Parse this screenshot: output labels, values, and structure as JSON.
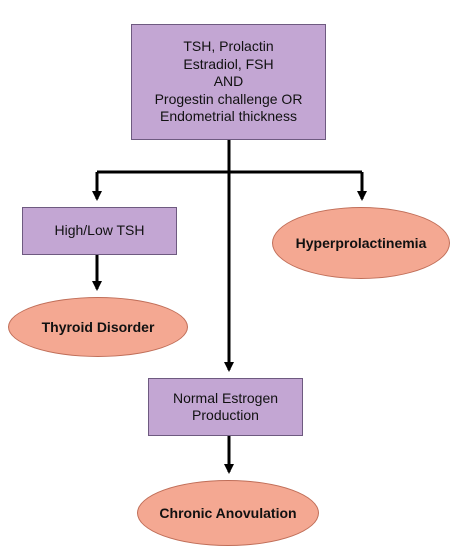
{
  "nodes": {
    "tests": {
      "lines": [
        "TSH, Prolactin",
        "Estradiol, FSH",
        "AND",
        "Progestin challenge OR",
        "Endometrial thickness"
      ]
    },
    "tsh": {
      "label": "High/Low TSH"
    },
    "hyperprolactinemia": {
      "label": "Hyperprolactinemia"
    },
    "thyroid": {
      "label": "Thyroid Disorder"
    },
    "estrogen": {
      "lines": [
        "Normal Estrogen",
        "Production"
      ]
    },
    "anovulation": {
      "label": "Chronic Anovulation"
    }
  },
  "colors": {
    "box_fill": "#c3a6d3",
    "box_border": "#6e5a80",
    "ellipse_fill": "#f4a892",
    "ellipse_border": "#c06e58",
    "arrow": "#000000"
  }
}
